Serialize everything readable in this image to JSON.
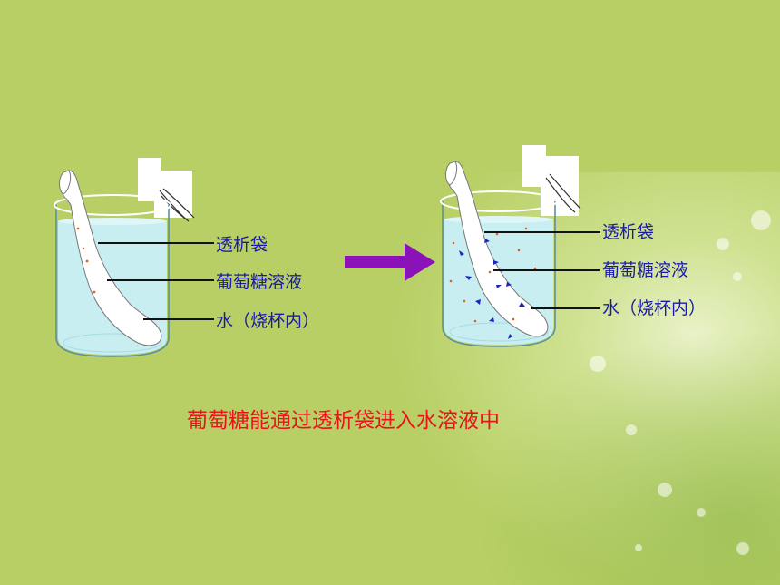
{
  "diagram": {
    "left_beaker": {
      "labels": [
        "透析袋",
        "葡萄糖溶液",
        "水（烧杯内）"
      ]
    },
    "right_beaker": {
      "labels": [
        "透析袋",
        "葡萄糖溶液",
        "水（烧杯内）"
      ]
    },
    "caption": "葡萄糖能通过透析袋进入水溶液中",
    "colors": {
      "background": "#b7cf64",
      "water": "#c8eef2",
      "label_text": "#1a1aa6",
      "caption_text": "#e8141b",
      "arrow": "#8a12b8",
      "particle": "#e0641a",
      "diffusion_arrow": "#2020c8"
    }
  }
}
